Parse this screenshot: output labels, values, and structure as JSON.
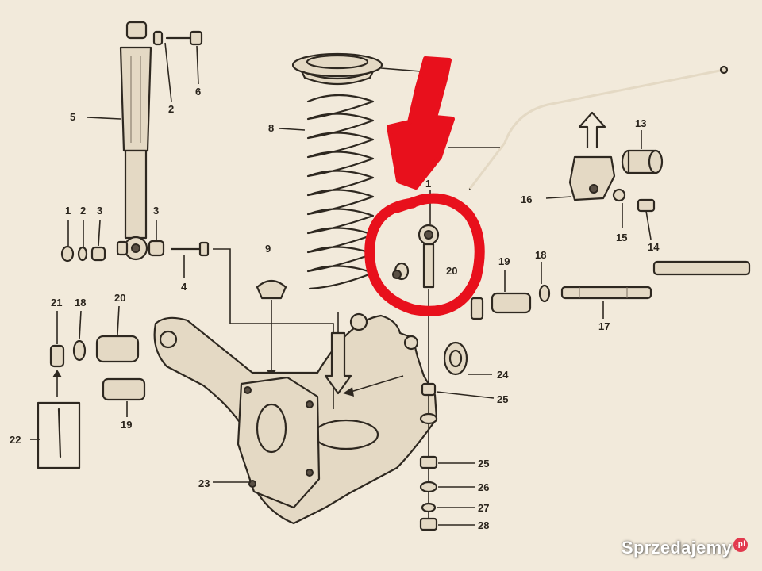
{
  "callouts": {
    "c1": "1",
    "c2": "2",
    "c3": "3",
    "c4": "4",
    "c5": "5",
    "c6": "6",
    "c8": "8",
    "c9": "9",
    "c13": "13",
    "c14": "14",
    "c15": "15",
    "c16": "16",
    "c17": "17",
    "c18": "18",
    "c19": "19",
    "c20": "20",
    "c21": "21",
    "c22": "22",
    "c23": "23",
    "c24": "24",
    "c25": "25",
    "c26": "26",
    "c27": "27",
    "c28": "28"
  },
  "annotation": {
    "color": "#e8101c"
  },
  "watermark": {
    "text": "Sprzedajemy",
    "suffix": ".pl"
  }
}
